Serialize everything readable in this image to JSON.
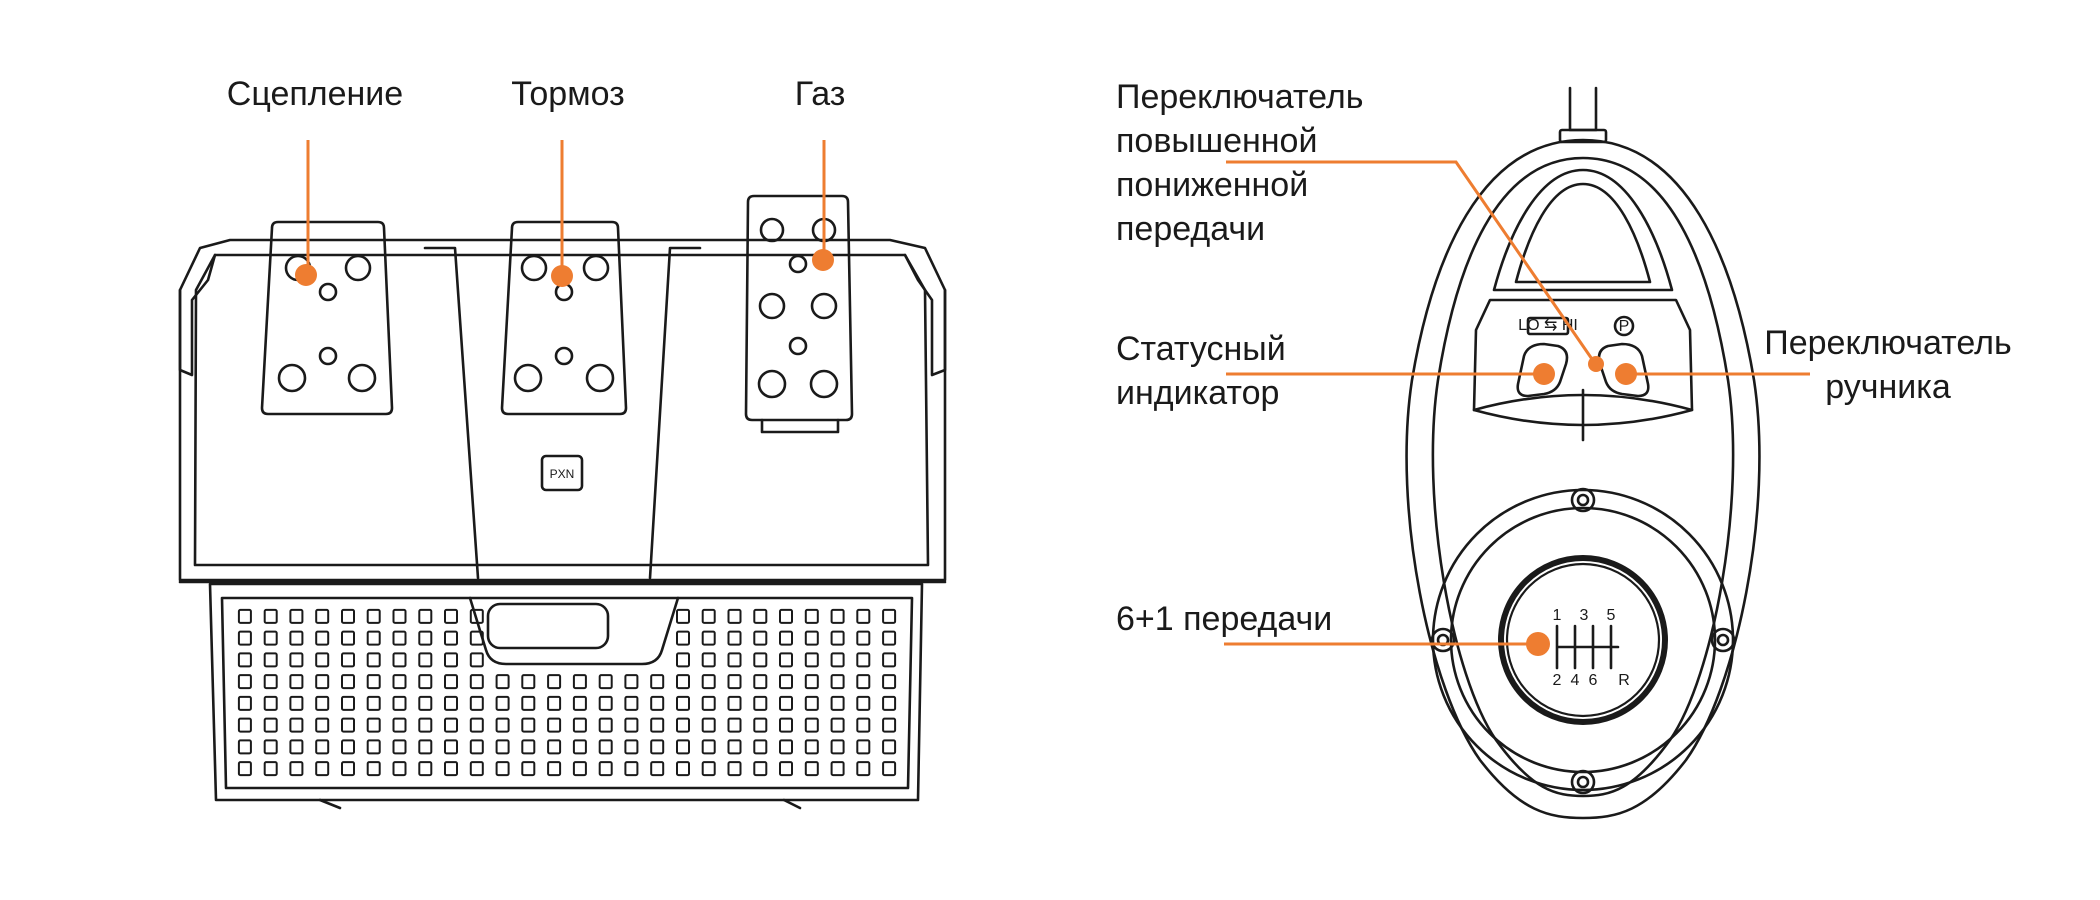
{
  "accent_color": "#ee7d31",
  "line_color": "#1a1a1a",
  "pedals": {
    "clutch_label": "Сцепление",
    "brake_label": "Тормоз",
    "gas_label": "Газ",
    "logo_text": "PXN"
  },
  "shifter": {
    "range_switch_label": [
      "Переключатель",
      "повышенной",
      "пониженной",
      "передачи"
    ],
    "status_led_label": [
      "Статусный",
      "индикатор"
    ],
    "handbrake_switch_label": [
      "Переключатель",
      "ручника"
    ],
    "gears_label": "6+1 передачи",
    "range_badge": "LO ⇆ HI",
    "park_badge": "P",
    "gate_top": [
      "1",
      "3",
      "5"
    ],
    "gate_bottom": [
      "2",
      "4",
      "6",
      "R"
    ]
  }
}
